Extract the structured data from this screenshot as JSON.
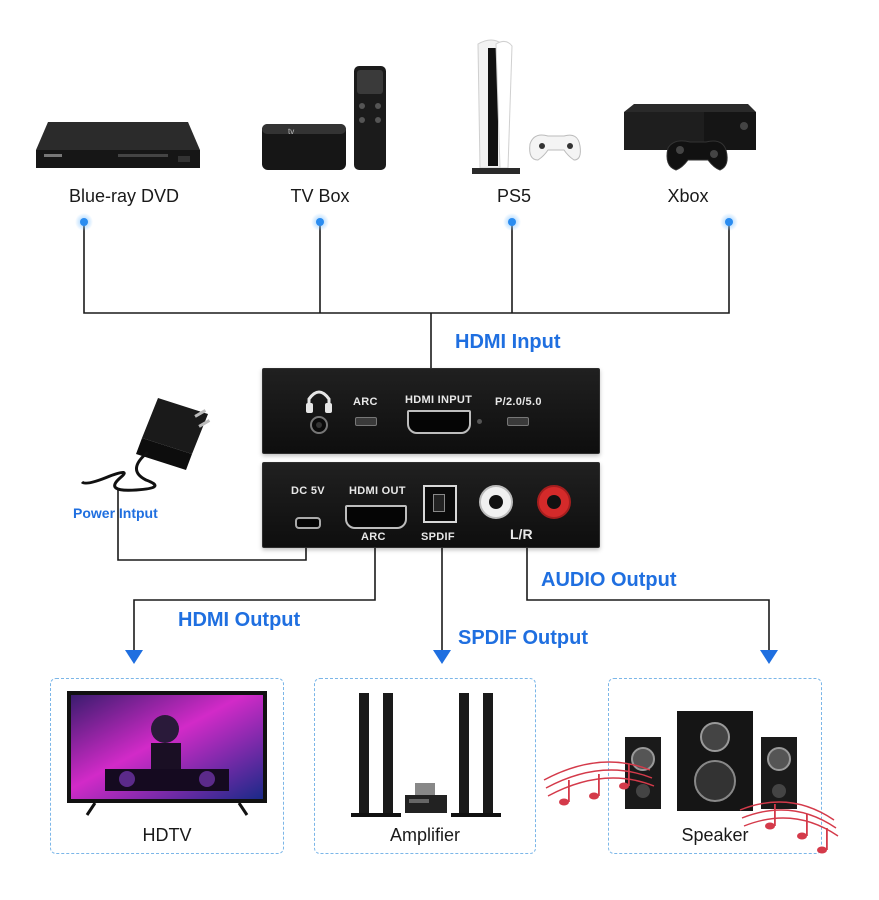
{
  "sources": [
    {
      "label": "Blue-ray DVD",
      "icon": "dvd-player-icon"
    },
    {
      "label": "TV Box",
      "icon": "tv-box-icon"
    },
    {
      "label": "PS5",
      "icon": "ps5-console-icon"
    },
    {
      "label": "Xbox",
      "icon": "xbox-console-icon"
    }
  ],
  "device": {
    "front_ports": {
      "headphone": "headphone-jack-icon",
      "arc": "ARC",
      "hdmi_input": "HDMI INPUT",
      "mode": "P/2.0/5.0"
    },
    "back_ports": {
      "dc": "DC 5V",
      "hdmi_out": "HDMI OUT",
      "arc": "ARC",
      "spdif": "SPDIF",
      "lr": "L/R"
    }
  },
  "labels": {
    "hdmi_input": "HDMI Input",
    "power_input": "Power Intput",
    "hdmi_output": "HDMI Output",
    "spdif_output": "SPDIF Output",
    "audio_output": "AUDIO Output"
  },
  "outputs": [
    {
      "label": "HDTV",
      "icon": "hdtv-icon"
    },
    {
      "label": "Amplifier",
      "icon": "amplifier-speakers-icon"
    },
    {
      "label": "Speaker",
      "icon": "speaker-system-icon"
    }
  ],
  "colors": {
    "accent_blue": "#1f6fe0",
    "line": "#1a1a1a",
    "device": "#141414",
    "dot": "#2a8cf0",
    "rca_red": "#d42a2a",
    "music_notes": "#d43a4a"
  }
}
